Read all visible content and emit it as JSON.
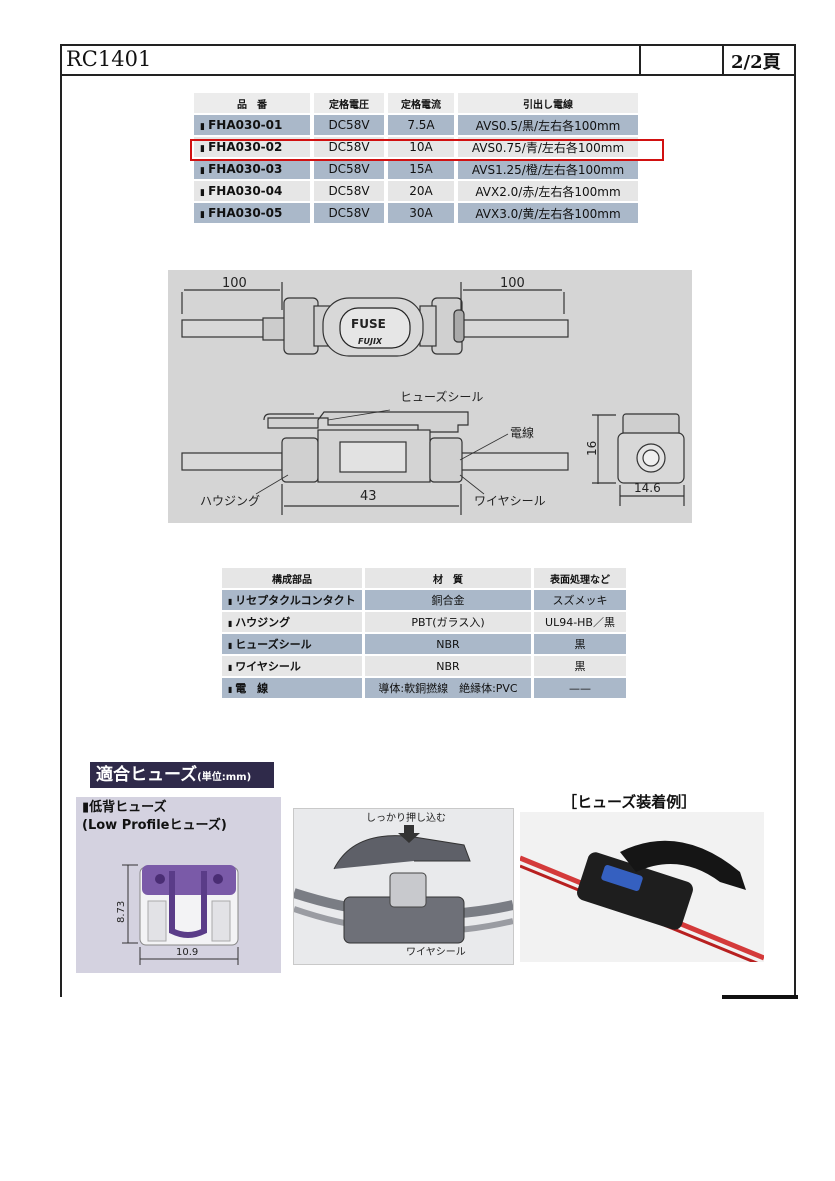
{
  "header": {
    "doc_code": "RC1401",
    "page": "2/2頁"
  },
  "spec_table": {
    "headers": [
      "品　番",
      "定格電圧",
      "定格電流",
      "引出し電線"
    ],
    "rows": [
      [
        "FHA030-01",
        "DC58V",
        "7.5A",
        "AVS0.5/黒/左右各100mm"
      ],
      [
        "FHA030-02",
        "DC58V",
        "10A",
        "AVS0.75/青/左右各100mm"
      ],
      [
        "FHA030-03",
        "DC58V",
        "15A",
        "AVS1.25/橙/左右各100mm"
      ],
      [
        "FHA030-04",
        "DC58V",
        "20A",
        "AVX2.0/赤/左右各100mm"
      ],
      [
        "FHA030-05",
        "DC58V",
        "30A",
        "AVX3.0/黄/左右各100mm"
      ]
    ],
    "highlight_color": "#d11111"
  },
  "drawing": {
    "dim_left": "100",
    "dim_right": "100",
    "fuse_label": "FUSE",
    "brand": "FUJIX",
    "label_fuse_seal": "ヒューズシール",
    "label_wire": "電線",
    "label_housing": "ハウジング",
    "label_wire_seal": "ワイヤシール",
    "dim_length": "43",
    "dim_height": "16",
    "dim_width": "14.6"
  },
  "parts_table": {
    "headers": [
      "構成部品",
      "材　質",
      "表面処理など"
    ],
    "rows": [
      [
        "リセプタクルコンタクト",
        "銅合金",
        "スズメッキ"
      ],
      [
        "ハウジング",
        "PBT(ガラス入)",
        "UL94-HB／黒"
      ],
      [
        "ヒューズシール",
        "NBR",
        "黒"
      ],
      [
        "ワイヤシール",
        "NBR",
        "黒"
      ],
      [
        "電　線",
        "導体:軟銅撚線　絶縁体:PVC",
        "——"
      ]
    ]
  },
  "fuse_section": {
    "title": "適合ヒューズ",
    "unit": "(単位:mm)",
    "lp_title": "低背ヒューズ",
    "lp_subtitle": "(Low Profileヒューズ)",
    "dim_height": "8.73",
    "dim_width": "10.9",
    "photo_push_label": "しっかり押し込む",
    "photo_wire_seal": "ワイヤシール",
    "example_caption": "［ヒューズ装着例］"
  }
}
